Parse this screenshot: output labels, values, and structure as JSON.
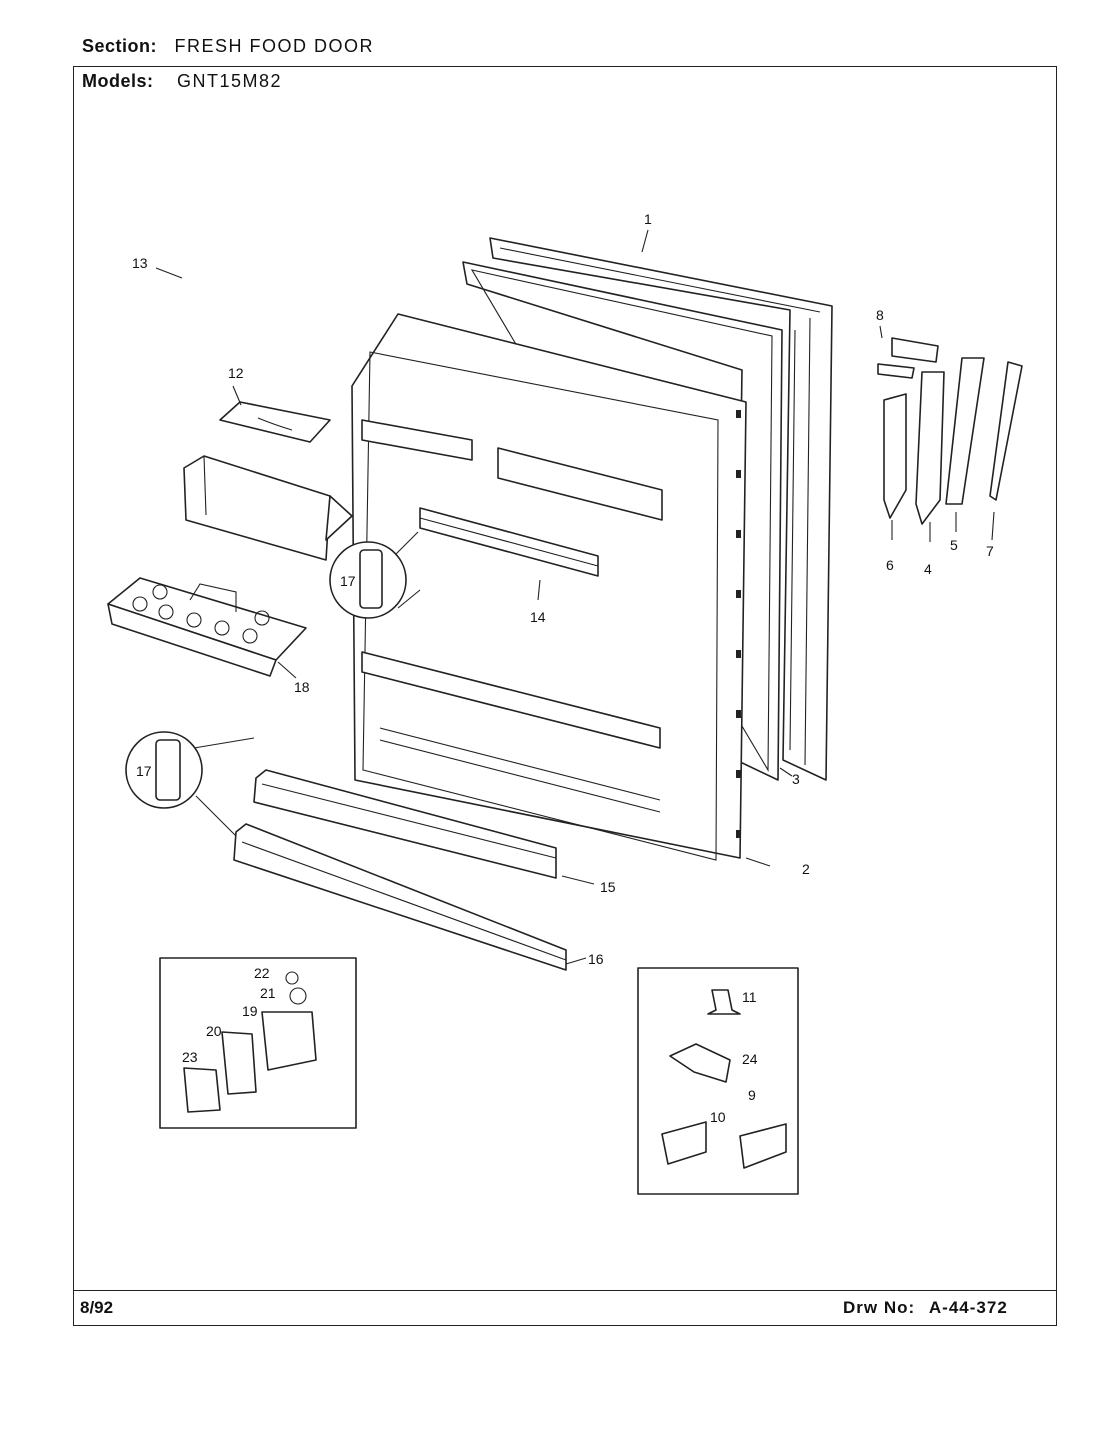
{
  "header": {
    "section_label": "Section:",
    "section_value": "FRESH FOOD DOOR",
    "models_label": "Models:",
    "models_value": "GNT15M82"
  },
  "footer": {
    "date": "8/92",
    "drawing_label": "Drw No:",
    "drawing_number": "A-44-372"
  },
  "callouts": [
    "1",
    "2",
    "3",
    "4",
    "5",
    "6",
    "7",
    "8",
    "9",
    "10",
    "11",
    "12",
    "13",
    "14",
    "15",
    "16",
    "17",
    "17",
    "18",
    "19",
    "20",
    "21",
    "22",
    "23",
    "24"
  ]
}
